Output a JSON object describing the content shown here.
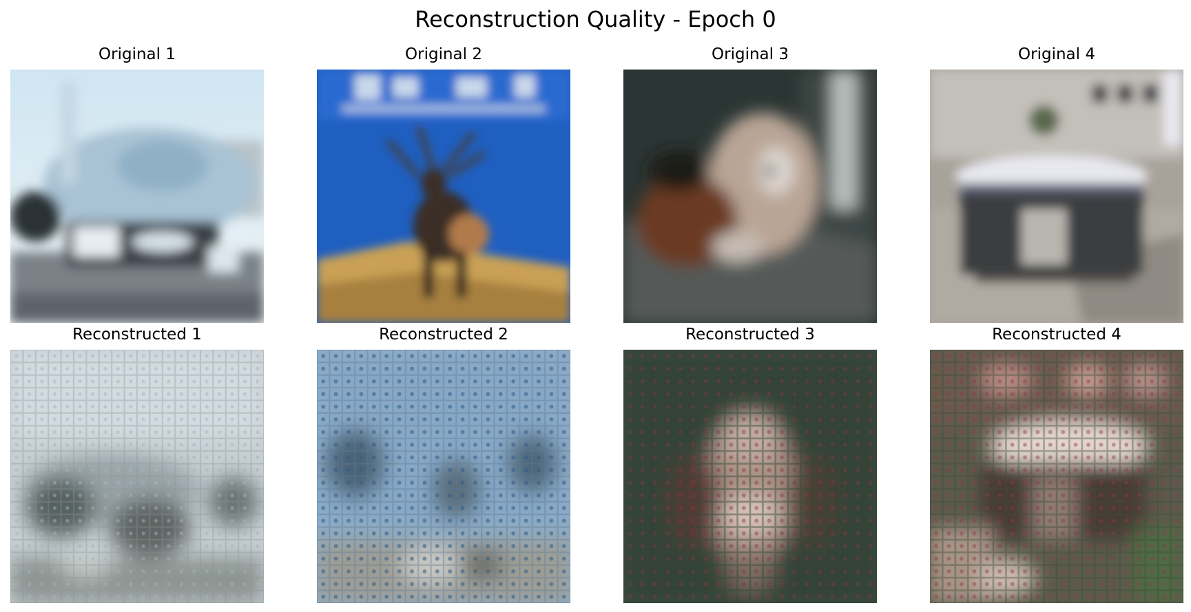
{
  "figure": {
    "title": "Reconstruction Quality - Epoch 0"
  },
  "original_row": [
    {
      "title": "Original 1",
      "subject": "airplane on tarmac"
    },
    {
      "title": "Original 2",
      "subject": "deer against blue sign"
    },
    {
      "title": "Original 3",
      "subject": "dog close-up"
    },
    {
      "title": "Original 4",
      "subject": "boat rear view"
    }
  ],
  "reconstructed_row": [
    {
      "title": "Reconstructed 1",
      "subject": "noisy reconstruction of airplane"
    },
    {
      "title": "Reconstructed 2",
      "subject": "noisy reconstruction of deer"
    },
    {
      "title": "Reconstructed 3",
      "subject": "noisy reconstruction of dog"
    },
    {
      "title": "Reconstructed 4",
      "subject": "noisy reconstruction of boat"
    }
  ]
}
